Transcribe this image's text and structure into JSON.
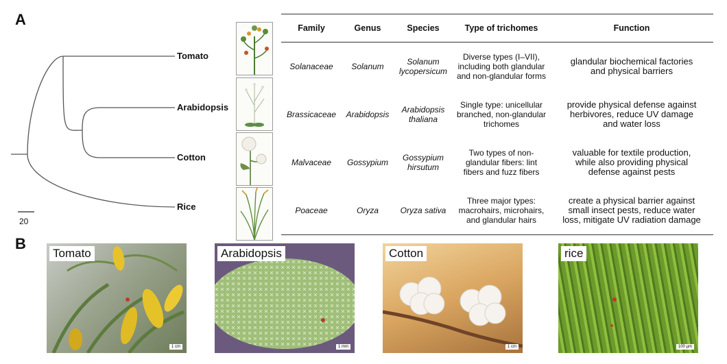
{
  "panel_a": "A",
  "panel_b": "B",
  "tree": {
    "leaves": [
      "Tomato",
      "Arabidopsis",
      "Cotton",
      "Rice"
    ],
    "scale_label": "20"
  },
  "table": {
    "headers": [
      "Family",
      "Genus",
      "Species",
      "Type of trichomes",
      "Function"
    ],
    "rows": [
      {
        "family": "Solanaceae",
        "genus": "Solanum",
        "species": [
          "Solanum",
          "lycopersicum"
        ],
        "type": [
          "Diverse types (I–VII),",
          "including both glandular",
          "and non-glandular forms"
        ],
        "function": [
          "glandular biochemical factories",
          "and physical barriers"
        ]
      },
      {
        "family": "Brassicaceae",
        "genus": "Arabidopsis",
        "species": [
          "Arabidopsis",
          "thaliana"
        ],
        "type": [
          "Single type: unicellular",
          "branched, non-glandular",
          "trichomes"
        ],
        "function": [
          "provide physical defense against",
          "herbivores, reduce UV damage",
          "and water loss"
        ]
      },
      {
        "family": "Malvaceae",
        "genus": "Gossypium",
        "species": [
          "Gossypium",
          "hirsutum"
        ],
        "type": [
          "Two types of non-",
          "glandular fibers: lint",
          "fibers and fuzz fibers"
        ],
        "function": [
          "valuable for textile production,",
          "while also providing physical",
          "defense against pests"
        ]
      },
      {
        "family": "Poaceae",
        "genus": "Oryza",
        "species": [
          "Oryza sativa"
        ],
        "type": [
          "Three major types:",
          "macrohairs, microhairs,",
          "and glandular hairs"
        ],
        "function": [
          "create a physical barrier against",
          "small insect pests, reduce water",
          "loss, mitigate UV radiation damage"
        ]
      }
    ]
  },
  "photos": [
    {
      "label": "Tomato",
      "scale": "1 cm"
    },
    {
      "label": "Arabidopsis",
      "scale": "1 mm"
    },
    {
      "label": "Cotton",
      "scale": "1 cm"
    },
    {
      "label": "rice",
      "scale": "100 µm"
    }
  ]
}
